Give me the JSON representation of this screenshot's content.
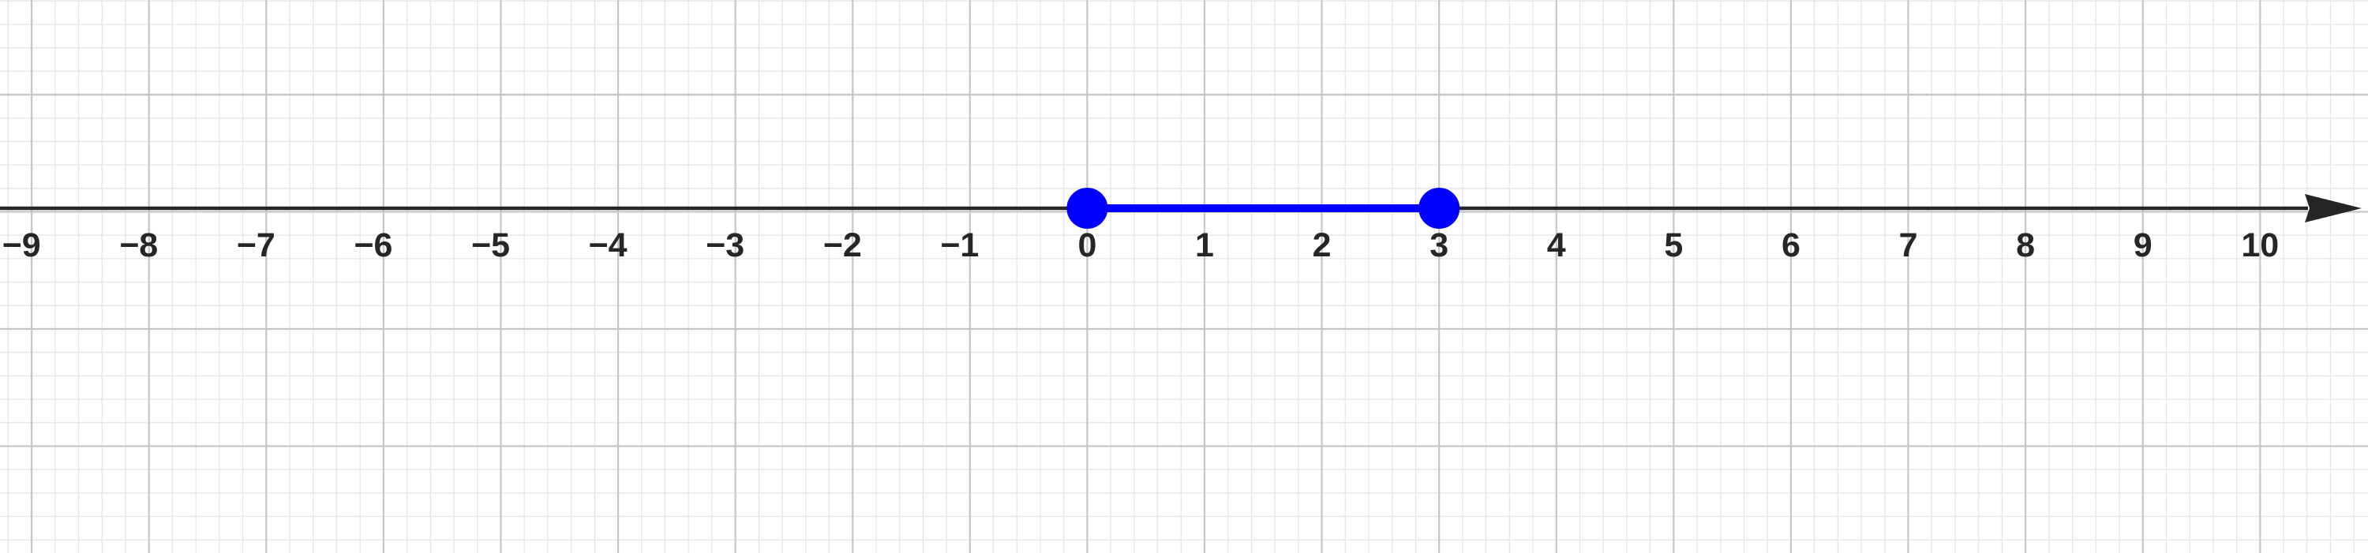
{
  "number_line": {
    "x_min": -9.27,
    "x_max": 10.92,
    "major_step": 1,
    "minor_per_major": 5,
    "tick_labels": [
      "−9",
      "−8",
      "−7",
      "−6",
      "−5",
      "−4",
      "−3",
      "−2",
      "−1",
      "0",
      "1",
      "2",
      "3",
      "4",
      "5",
      "6",
      "7",
      "8",
      "9",
      "10"
    ],
    "arrow_direction": "right",
    "colors": {
      "background": "#ffffff",
      "minor_grid": "#e6e6e6",
      "major_grid": "#c6c6c6",
      "axis": "#262626",
      "segment": "#0000ff"
    }
  },
  "segment": {
    "start": 0,
    "end": 3,
    "start_endpoint": "closed",
    "end_endpoint": "closed"
  }
}
